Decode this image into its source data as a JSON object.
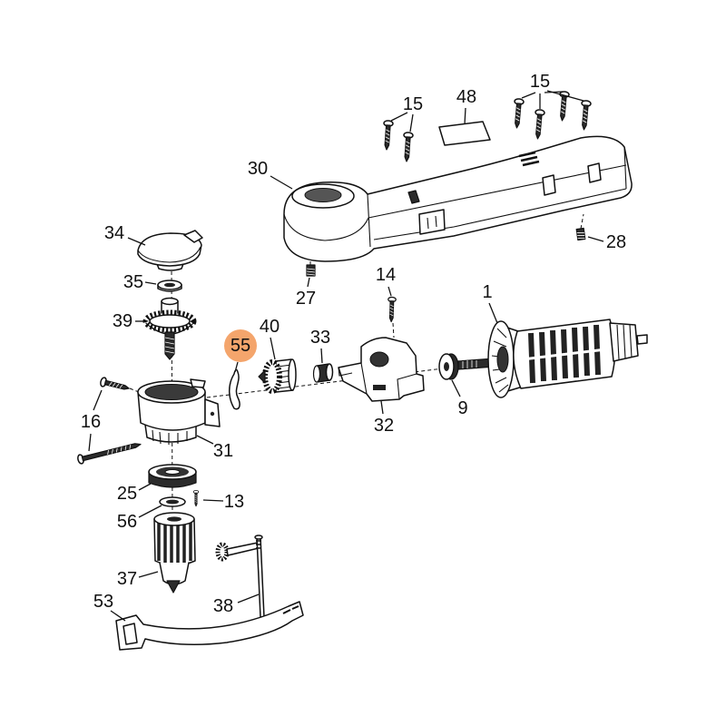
{
  "diagram": {
    "highlight_color": "#f4a56c",
    "callouts": {
      "screws_top_left": "15",
      "screws_top_right": "15",
      "plate": "48",
      "upper_housing": "30",
      "cap": "34",
      "set_screw_right": "28",
      "washer_upper": "35",
      "set_screw_left": "27",
      "screw_bracket": "14",
      "armature": "1",
      "bevel_gear": "39",
      "pinion": "40",
      "needle_bearing": "33",
      "spring_clip": "55",
      "housing_screws": "16",
      "gear_housing": "31",
      "bracket": "32",
      "bearing_armature": "9",
      "ball_bearing": "25",
      "screw_small": "13",
      "washer_lower": "56",
      "chuck": "37",
      "chuck_key": "38",
      "strap": "53"
    }
  }
}
